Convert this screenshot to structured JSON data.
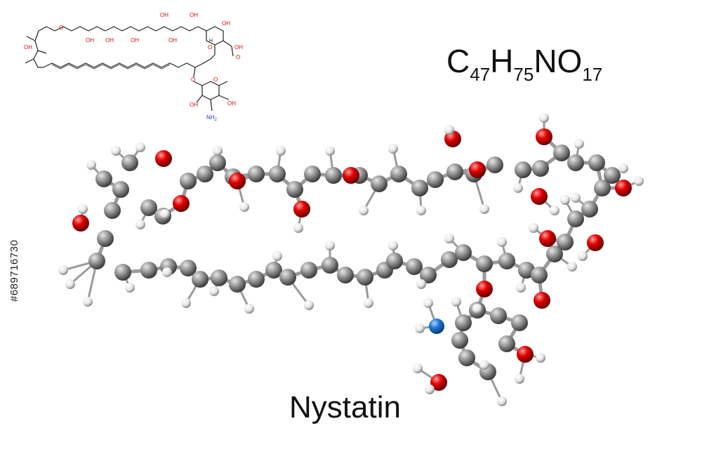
{
  "molecule": {
    "name": "Nystatin",
    "formula": {
      "parts": [
        {
          "el": "C",
          "n": "47"
        },
        {
          "el": "H",
          "n": "75"
        },
        {
          "el": "N",
          "n": ""
        },
        {
          "el": "O",
          "n": "17"
        }
      ]
    }
  },
  "structure_labels": {
    "oh": "OH",
    "o": "O",
    "nh2": "NH",
    "h": "H",
    "two": "2"
  },
  "stock_id": "#689716730",
  "colors": {
    "carbon": "#8c8c8c",
    "hydrogen": "#f2f2f2",
    "oxygen": "#e00000",
    "nitrogen": "#1f78d6",
    "bond": "#9a9a9a",
    "skeletal": "#222222",
    "skeletal_o": "#d01010",
    "skeletal_n": "#2040c0"
  }
}
